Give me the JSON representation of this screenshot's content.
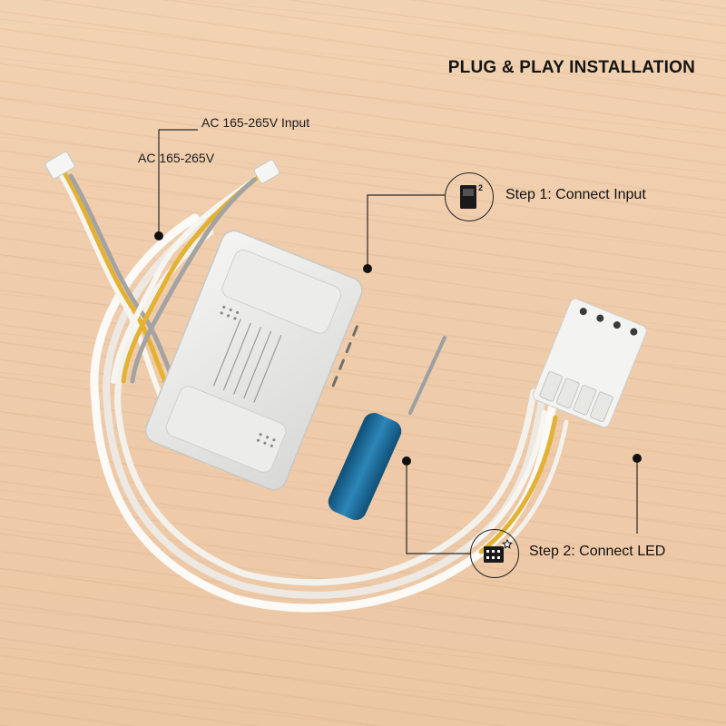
{
  "title": "PLUG & PLAY INSTALLATION",
  "labels": {
    "input_label": "AC 165-265V Input",
    "ac_label": "AC 165-265V"
  },
  "steps": [
    {
      "label": "Step 1: Connect Input",
      "icon": "input-connector-icon",
      "badge": "2"
    },
    {
      "label": "Step 2: Connect LED",
      "icon": "led-connector-icon"
    }
  ],
  "colors": {
    "background": "#efccab",
    "wire_white": "#f4f2ee",
    "wire_yellow": "#e9b93a",
    "wire_gray": "#9d9d9d",
    "screwdriver_handle": "#1f6f9f",
    "text": "#151515"
  }
}
